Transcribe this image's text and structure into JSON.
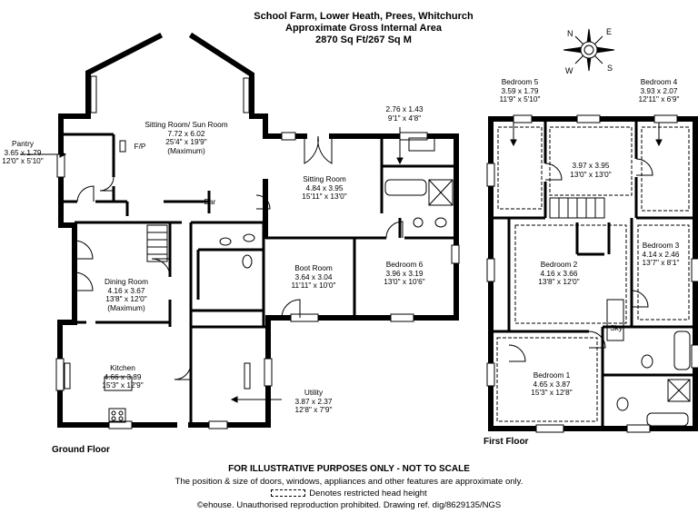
{
  "header": {
    "line1": "School Farm, Lower Heath, Prees, Whitchurch",
    "line2": "Approximate Gross Internal Area",
    "line3": "2870 Sq Ft/267 Sq M"
  },
  "compass": {
    "n": "N",
    "e": "E",
    "s": "S",
    "w": "W"
  },
  "floors": {
    "ground": "Ground Floor",
    "first": "First Floor"
  },
  "rooms": [
    {
      "id": "sitting-sun",
      "lines": [
        "Sitting Room/ Sun Room",
        "7.72 x 6.02",
        "25'4\" x 19'9\"",
        "(Maximum)"
      ]
    },
    {
      "id": "pantry",
      "lines": [
        "Pantry",
        "3.65 x 1.79",
        "12'0\" x 5'10\""
      ]
    },
    {
      "id": "fp",
      "lines": [
        "F/P"
      ]
    },
    {
      "id": "bar",
      "lines": [
        "Bar"
      ]
    },
    {
      "id": "sitting",
      "lines": [
        "Sitting Room",
        "4.84 x 3.95",
        "15'11\" x 13'0\""
      ]
    },
    {
      "id": "bath-small",
      "lines": [
        "2.76 x 1.43",
        "9'1\" x 4'8\""
      ]
    },
    {
      "id": "dining",
      "lines": [
        "Dining Room",
        "4.16 x 3.67",
        "13'8\" x 12'0\"",
        "(Maximum)"
      ]
    },
    {
      "id": "boot",
      "lines": [
        "Boot Room",
        "3.64 x 3.04",
        "11'11\" x 10'0\""
      ]
    },
    {
      "id": "bed6",
      "lines": [
        "Bedroom 6",
        "3.96 x 3.19",
        "13'0\" x 10'6\""
      ]
    },
    {
      "id": "kitchen",
      "lines": [
        "Kitchen",
        "4.66 x 3.89",
        "15'3\" x 12'9\""
      ]
    },
    {
      "id": "utility",
      "lines": [
        "Utility",
        "3.87 x 2.37",
        "12'8\" x 7'9\""
      ]
    },
    {
      "id": "bed5",
      "lines": [
        "Bedroom 5",
        "3.59 x 1.79",
        "11'9\" x 5'10\""
      ]
    },
    {
      "id": "bed4",
      "lines": [
        "Bedroom 4",
        "3.93 x 2.07",
        "12'11\" x 6'9\""
      ]
    },
    {
      "id": "landing",
      "lines": [
        "3.97 x 3.95",
        "13'0\" x 13'0\""
      ]
    },
    {
      "id": "bed2",
      "lines": [
        "Bedroom 2",
        "4.16 x 3.66",
        "13'8\" x 12'0\""
      ]
    },
    {
      "id": "bed3",
      "lines": [
        "Bedroom 3",
        "4.14 x 2.46",
        "13'7\" x 8'1\""
      ]
    },
    {
      "id": "sky",
      "lines": [
        "Sky"
      ]
    },
    {
      "id": "bed1",
      "lines": [
        "Bedroom 1",
        "4.65 x 3.87",
        "15'3\" x 12'8\""
      ]
    }
  ],
  "footer": {
    "notice": "FOR ILLUSTRATIVE PURPOSES ONLY - NOT TO SCALE",
    "disclaimer": "The position & size of doors, windows, appliances and other features are approximate only.",
    "legend": "Denotes restricted head height",
    "copyright": "©ehouse. Unauthorised reproduction prohibited. Drawing ref. dig/8629135/NGS"
  }
}
